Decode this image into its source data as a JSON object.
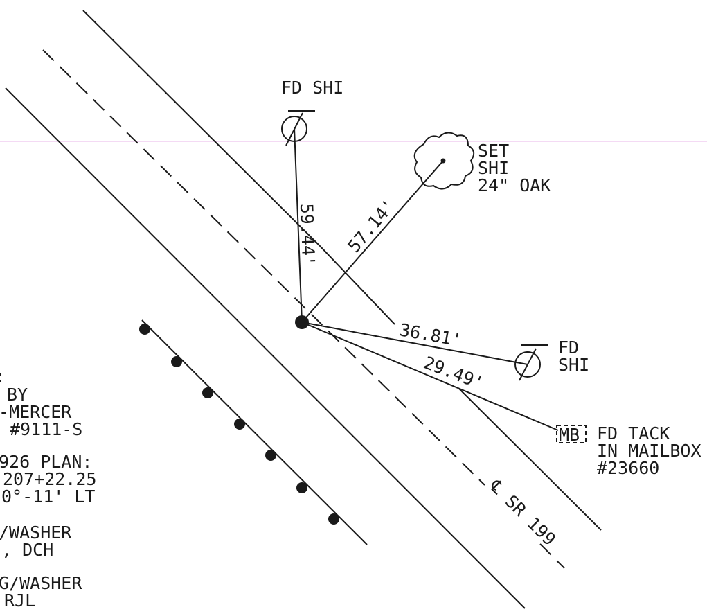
{
  "colors": {
    "line": "#1a1a1a",
    "reference_line": "#e8b4e8",
    "background": "#ffffff"
  },
  "labels": {
    "fd_shi_top": "FD SHI",
    "set_shi_line1": "SET",
    "set_shi_line2": "SHI",
    "set_shi_line3": "24\" OAK",
    "fd_shi_right_line1": "FD",
    "fd_shi_right_line2": "SHI",
    "mb_box": "MB",
    "fd_tack_line1": "FD TACK",
    "fd_tack_line2": "IN MAILBOX",
    "fd_tack_line3": "#23660",
    "centerline": "℄ SR 199"
  },
  "distances": {
    "to_fd_shi_top": "59.44'",
    "to_oak": "57.14'",
    "to_fd_shi_right": "36.81'",
    "to_mailbox": "29.49'"
  },
  "notes": [
    ":",
    "BY",
    "-MERCER",
    "#9111-S",
    "926 PLAN:",
    "207+22.25",
    "0°-11' LT",
    "/WASHER",
    ", DCH",
    "G/WASHER",
    "RJL"
  ],
  "icons": {
    "monument": "found-monument-symbol",
    "tree": "tree-symbol",
    "center_point": "survey-point",
    "fence_post": "fence-post-dot"
  }
}
